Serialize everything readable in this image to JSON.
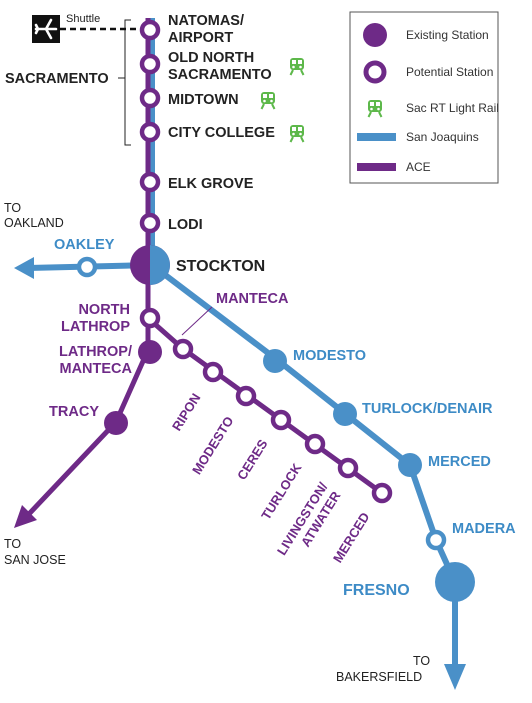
{
  "colors": {
    "ace": "#6e2a87",
    "san_joaquins": "#4a90c8",
    "sac_rt": "#5db84a",
    "label_dark": "#222222",
    "label_blue": "#3d8bc6",
    "label_purple": "#6e2a87"
  },
  "icons": {
    "airport": "airplane-icon",
    "light_rail": "tram-icon"
  },
  "labels": {
    "shuttle": "Shuttle",
    "sacramento": "SACRAMENTO",
    "natomas_1": "NATOMAS/",
    "natomas_2": "AIRPORT",
    "old_north_1": "OLD NORTH",
    "old_north_2": "SACRAMENTO",
    "midtown": "MIDTOWN",
    "city_college": "CITY COLLEGE",
    "elk_grove": "ELK GROVE",
    "lodi": "LODI",
    "to_oakland_1": "TO",
    "to_oakland_2": "OAKLAND",
    "oakley": "OAKLEY",
    "stockton": "STOCKTON",
    "manteca": "MANTECA",
    "north_lathrop_1": "NORTH",
    "north_lathrop_2": "LATHROP",
    "lathrop_1": "LATHROP/",
    "lathrop_2": "MANTECA",
    "tracy": "TRACY",
    "ripon": "RIPON",
    "ace_modesto": "MODESTO",
    "ceres": "CERES",
    "ace_turlock": "TURLOCK",
    "livingston_1": "LIVINGSTON/",
    "livingston_2": "ATWATER",
    "ace_merced": "MERCED",
    "sj_modesto": "MODESTO",
    "sj_turlock": "TURLOCK/DENAIR",
    "sj_merced": "MERCED",
    "madera": "MADERA",
    "fresno": "FRESNO",
    "to_sanjose_1": "TO",
    "to_sanjose_2": "SAN JOSE",
    "to_bakersfield_1": "TO",
    "to_bakersfield_2": "BAKERSFIELD"
  },
  "legend": {
    "existing": "Existing Station",
    "potential": "Potential Station",
    "sac_rt": "Sac RT Light Rail",
    "san_joaquins": "San Joaquins",
    "ace": "ACE"
  }
}
